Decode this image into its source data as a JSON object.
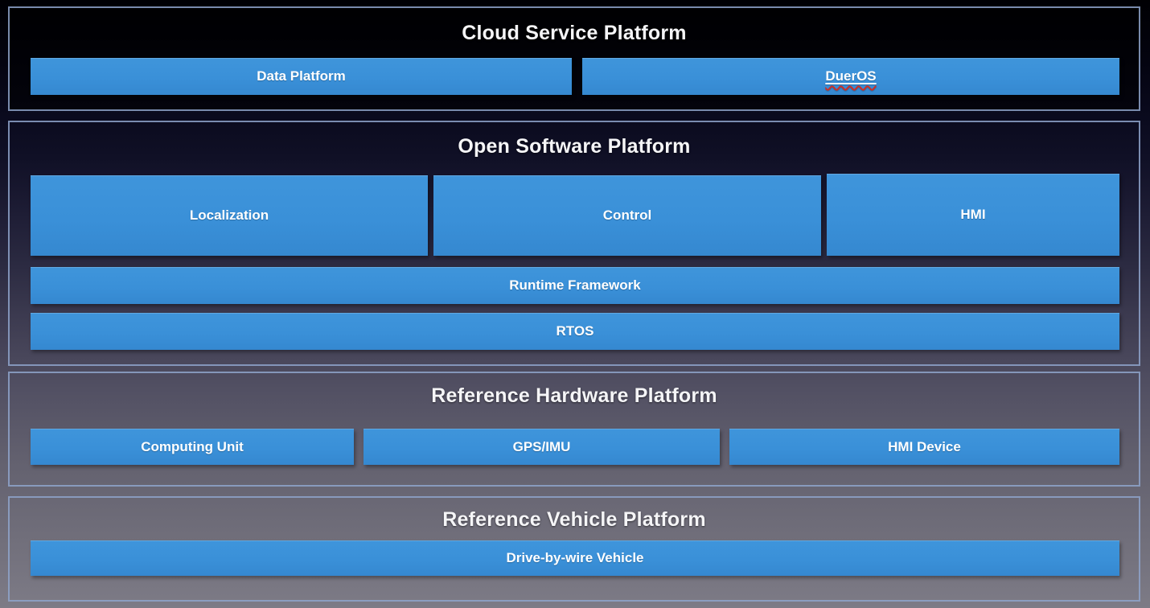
{
  "cloud": {
    "title": "Cloud Service Platform",
    "data_platform": "Data Platform",
    "dueros": "DuerOS"
  },
  "software": {
    "title": "Open Software Platform",
    "localization": "Localization",
    "control": "Control",
    "hmi": "HMI",
    "runtime_framework": "Runtime Framework",
    "rtos": "RTOS"
  },
  "hardware": {
    "title": "Reference Hardware Platform",
    "computing_unit": "Computing Unit",
    "gps_imu": "GPS/IMU",
    "hmi_device": "HMI Device"
  },
  "vehicle": {
    "title": "Reference Vehicle Platform",
    "drive_by_wire": "Drive-by-wire Vehicle"
  },
  "colors": {
    "box_blue": "#3a90d8",
    "section_border": "#8ea3ca",
    "spellcheck_red": "#cf2e24",
    "background_top": "#000003",
    "background_bottom": "#7d7b86"
  }
}
